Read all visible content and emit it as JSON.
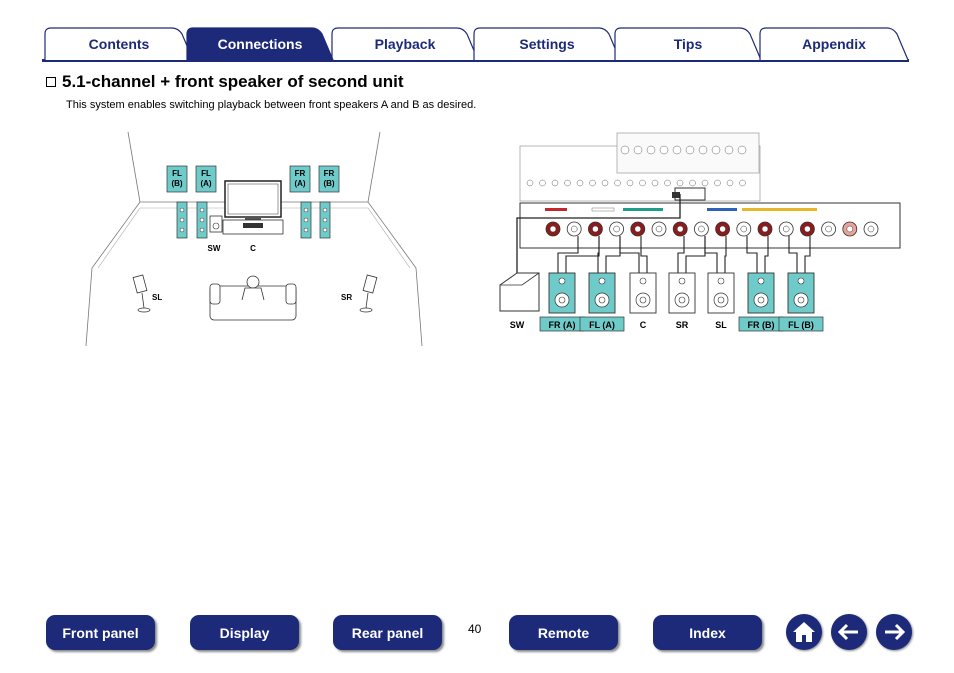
{
  "tabs": [
    {
      "label": "Contents",
      "active": false
    },
    {
      "label": "Connections",
      "active": true
    },
    {
      "label": "Playback",
      "active": false
    },
    {
      "label": "Settings",
      "active": false
    },
    {
      "label": "Tips",
      "active": false
    },
    {
      "label": "Appendix",
      "active": false
    }
  ],
  "section": {
    "title": "5.1-channel + front speaker of second unit",
    "description": "This system enables switching playback between front speakers A and B as desired."
  },
  "room": {
    "fl_b": [
      "FL",
      "(B)"
    ],
    "fl_a": [
      "FL",
      "(A)"
    ],
    "fr_a": [
      "FR",
      "(A)"
    ],
    "fr_b": [
      "FR",
      "(B)"
    ],
    "sw": "SW",
    "c": "C",
    "sl": "SL",
    "sr": "SR"
  },
  "wiring": {
    "labels": [
      "SW",
      "FR (A)",
      "FL (A)",
      "C",
      "SR",
      "SL",
      "FR (B)",
      "FL (B)"
    ],
    "highlighted": [
      "FR (A)",
      "FL (A)",
      "FR (B)",
      "FL (B)"
    ]
  },
  "footer": {
    "front_panel": "Front panel",
    "display": "Display",
    "rear_panel": "Rear panel",
    "page": "40",
    "remote": "Remote",
    "index": "Index"
  },
  "colors": {
    "brand": "#1d2a7a",
    "highlight": "#6fcbc9"
  },
  "icons": {
    "home": "home-icon",
    "back": "arrow-left-icon",
    "forward": "arrow-right-icon"
  }
}
